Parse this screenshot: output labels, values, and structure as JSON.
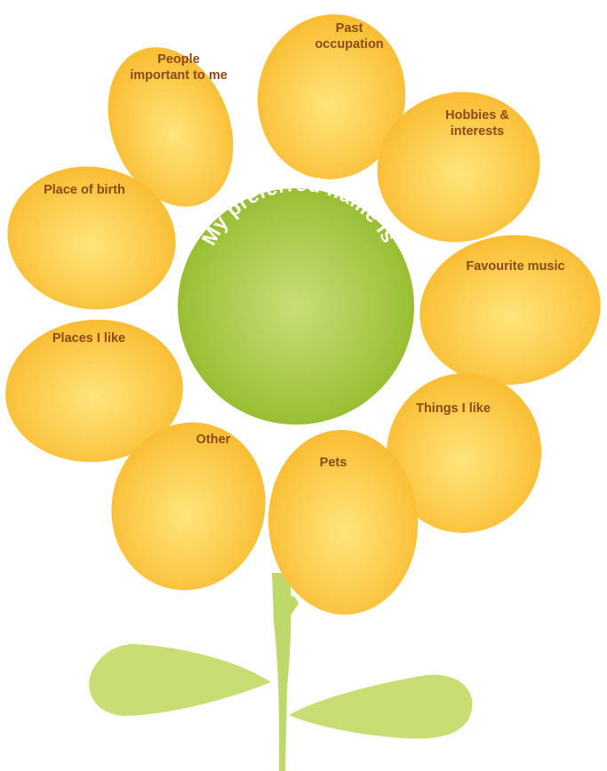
{
  "center": {
    "title": "My preferred name is"
  },
  "petals": [
    {
      "id": "past-occupation",
      "label": "Past\noccupation"
    },
    {
      "id": "people-important",
      "label": "People\nimportant to me"
    },
    {
      "id": "hobbies-interests",
      "label": "Hobbies &\ninterests"
    },
    {
      "id": "place-of-birth",
      "label": "Place of birth"
    },
    {
      "id": "favourite-music",
      "label": "Favourite music"
    },
    {
      "id": "places-i-like",
      "label": "Places I like"
    },
    {
      "id": "things-i-like",
      "label": "Things I like"
    },
    {
      "id": "other",
      "label": "Other"
    },
    {
      "id": "pets",
      "label": "Pets"
    }
  ],
  "colors": {
    "petal_light": "#ffe57a",
    "petal_dark": "#f9b92c",
    "center_light": "#c8de78",
    "center_dark": "#94bb2c",
    "stem": "#bfd86c",
    "label_text": "#8a4a12"
  }
}
